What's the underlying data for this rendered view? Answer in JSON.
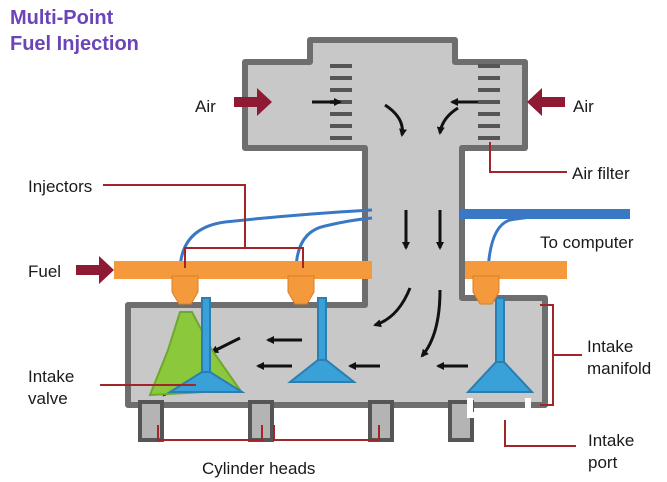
{
  "title": {
    "line1": "Multi-Point",
    "line2": "Fuel Injection"
  },
  "labels": {
    "air_left": "Air",
    "air_right": "Air",
    "air_filter": "Air filter",
    "injectors": "Injectors",
    "to_computer": "To computer",
    "fuel": "Fuel",
    "intake_manifold_1": "Intake",
    "intake_manifold_2": "manifold",
    "intake_valve_1": "Intake",
    "intake_valve_2": "valve",
    "intake_port_1": "Intake",
    "intake_port_2": "port",
    "cylinder_heads": "Cylinder heads"
  },
  "colors": {
    "title": "#6b44b8",
    "body_fill": "#c8c8c8",
    "body_stroke": "#6e6e6e",
    "fuel_rail": "#f59a3c",
    "wire": "#3a78c6",
    "valve": "#3aa0d8",
    "fuel_mist": "#8cc83c",
    "callout_line": "#a0262a",
    "air_arrow": "#8e1a34"
  }
}
